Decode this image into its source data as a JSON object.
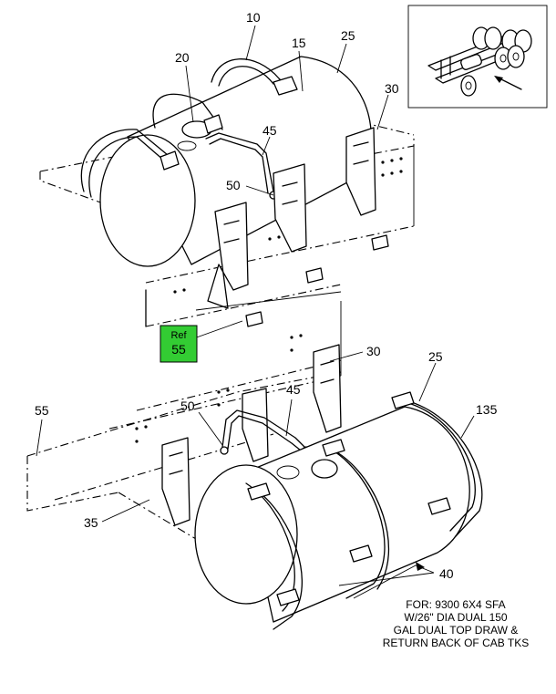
{
  "callouts": {
    "c10": "10",
    "c15": "15",
    "c20": "20",
    "c25_top": "25",
    "c30_top": "30",
    "c45_top": "45",
    "c50_top": "50",
    "c30_mid": "30",
    "c25_mid": "25",
    "c135": "135",
    "c55": "55",
    "c50_bot": "50",
    "c45_bot": "45",
    "c35": "35",
    "c40": "40"
  },
  "ref_box": {
    "top_text": "Ref",
    "number": "55",
    "color": "#33cc33"
  },
  "note_lines": [
    "FOR: 9300 6X4 SFA",
    "W/26\" DIA DUAL 150",
    "GAL DUAL TOP DRAW &",
    "RETURN BACK OF CAB TKS"
  ]
}
